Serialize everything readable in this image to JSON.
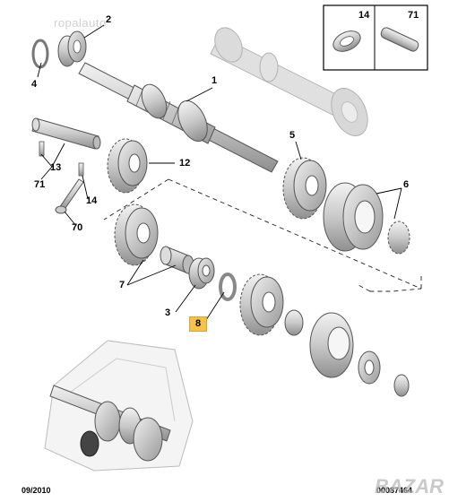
{
  "watermark": "ropalauto",
  "bazar_logo": "BAZAR",
  "callouts": {
    "c1": "1",
    "c2": "2",
    "c3": "3",
    "c4": "4",
    "c5": "5",
    "c6": "6",
    "c7": "7",
    "c8": "8",
    "c12": "12",
    "c13": "13",
    "c14": "14",
    "c70": "70",
    "c71": "71"
  },
  "inset": {
    "left": "14",
    "right": "71"
  },
  "footer": {
    "date": "09/2010",
    "ref": "00087464"
  },
  "colors": {
    "highlight": "#f5c34a",
    "line": "#000000",
    "part_gray": "#bdbdbd"
  }
}
